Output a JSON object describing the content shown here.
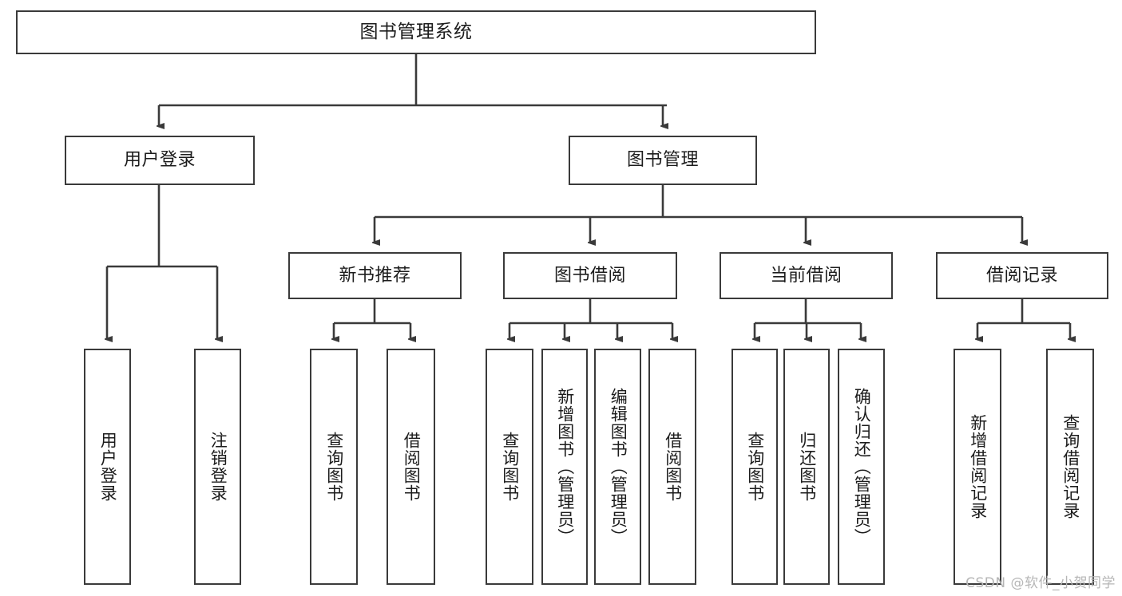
{
  "diagram": {
    "title": "图书管理系统",
    "watermark": "CSDN @软件_小贺同学",
    "line_color": "#3a3a3a",
    "box_fill": "#ffffff",
    "text_color": "#1c1c1c",
    "watermark_color": "#b6b6b6",
    "root": {
      "label": "图书管理系统"
    },
    "level2": [
      {
        "label": "用户登录"
      },
      {
        "label": "图书管理"
      }
    ],
    "level3": [
      {
        "label": "新书推荐"
      },
      {
        "label": "图书借阅"
      },
      {
        "label": "当前借阅"
      },
      {
        "label": "借阅记录"
      }
    ],
    "leaves": {
      "user_login": [
        {
          "label": "用户登录"
        },
        {
          "label": "注销登录"
        }
      ],
      "new_book": [
        {
          "label": "查询图书"
        },
        {
          "label": "借阅图书"
        }
      ],
      "book_borrow": [
        {
          "label": "查询图书"
        },
        {
          "label": "新增图书（管理员）"
        },
        {
          "label": "编辑图书（管理员）"
        },
        {
          "label": "借阅图书"
        }
      ],
      "current_borrow": [
        {
          "label": "查询图书"
        },
        {
          "label": "归还图书"
        },
        {
          "label": "确认归还（管理员）"
        }
      ],
      "borrow_record": [
        {
          "label": "新增借阅记录"
        },
        {
          "label": "查询借阅记录"
        }
      ]
    }
  }
}
